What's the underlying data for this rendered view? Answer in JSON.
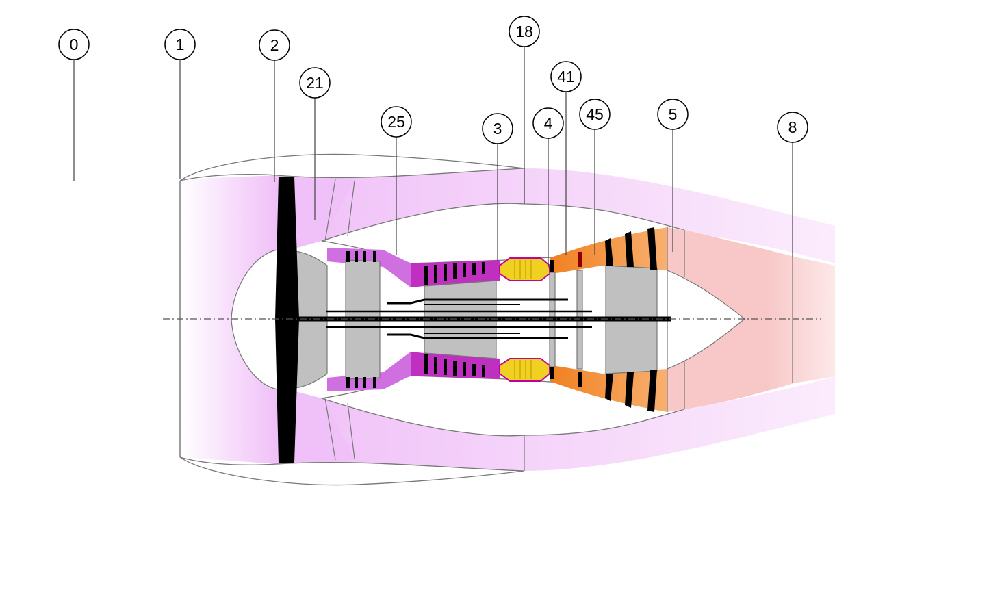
{
  "diagram": {
    "stations": [
      "0",
      "1",
      "2",
      "21",
      "25",
      "3",
      "4",
      "41",
      "45",
      "5",
      "18",
      "8"
    ]
  },
  "colors": {
    "fan_stream": "#f0c0f8",
    "lpc": "#d070e0",
    "hpc": "#c030c0",
    "combustor": "#f0d020",
    "hpt": "#e08020",
    "lpt": "#f0a060",
    "nozzle": "#f8c8c8",
    "core_body": "#c0c0c0",
    "blade": "#000000"
  }
}
